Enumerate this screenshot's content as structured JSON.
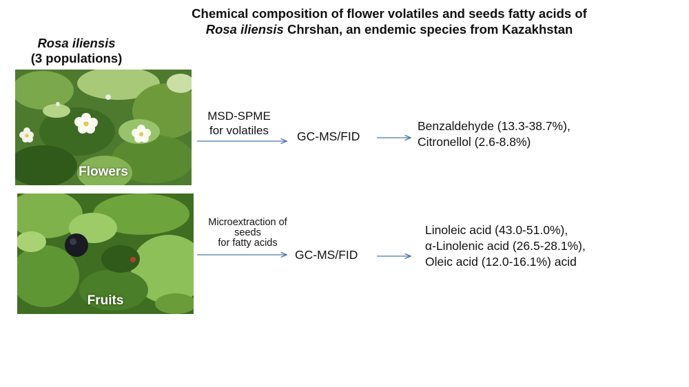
{
  "title": {
    "line1": "Chemical composition of flower volatiles and seeds fatty acids of",
    "line2_italic": "Rosa iliensis",
    "line2_rest": " Chrshan, an endemic species from Kazakhstan"
  },
  "species": {
    "name": "Rosa iliensis",
    "populations": "(3 populations)"
  },
  "rows": [
    {
      "photo_label": "Flowers",
      "method_lines": [
        "MSD-SPME",
        "for volatiles"
      ],
      "instrument": "GC-MS/FID",
      "results": [
        "Benzaldehyde (13.3-38.7%),",
        "Citronellol (2.6-8.8%)"
      ]
    },
    {
      "photo_label": "Fruits",
      "method_lines": [
        "Microextraction of",
        "seeds",
        "for fatty acids"
      ],
      "instrument": "GC-MS/FID",
      "results": [
        "Linoleic acid (43.0-51.0%),",
        "α-Linolenic acid (26.5-28.1%),",
        "Oleic acid (12.0-16.1%) acid"
      ]
    }
  ],
  "colors": {
    "arrow": "#4a78b5",
    "foliage_dark": "#2f5a1a",
    "foliage_light": "#8fbf5a"
  }
}
